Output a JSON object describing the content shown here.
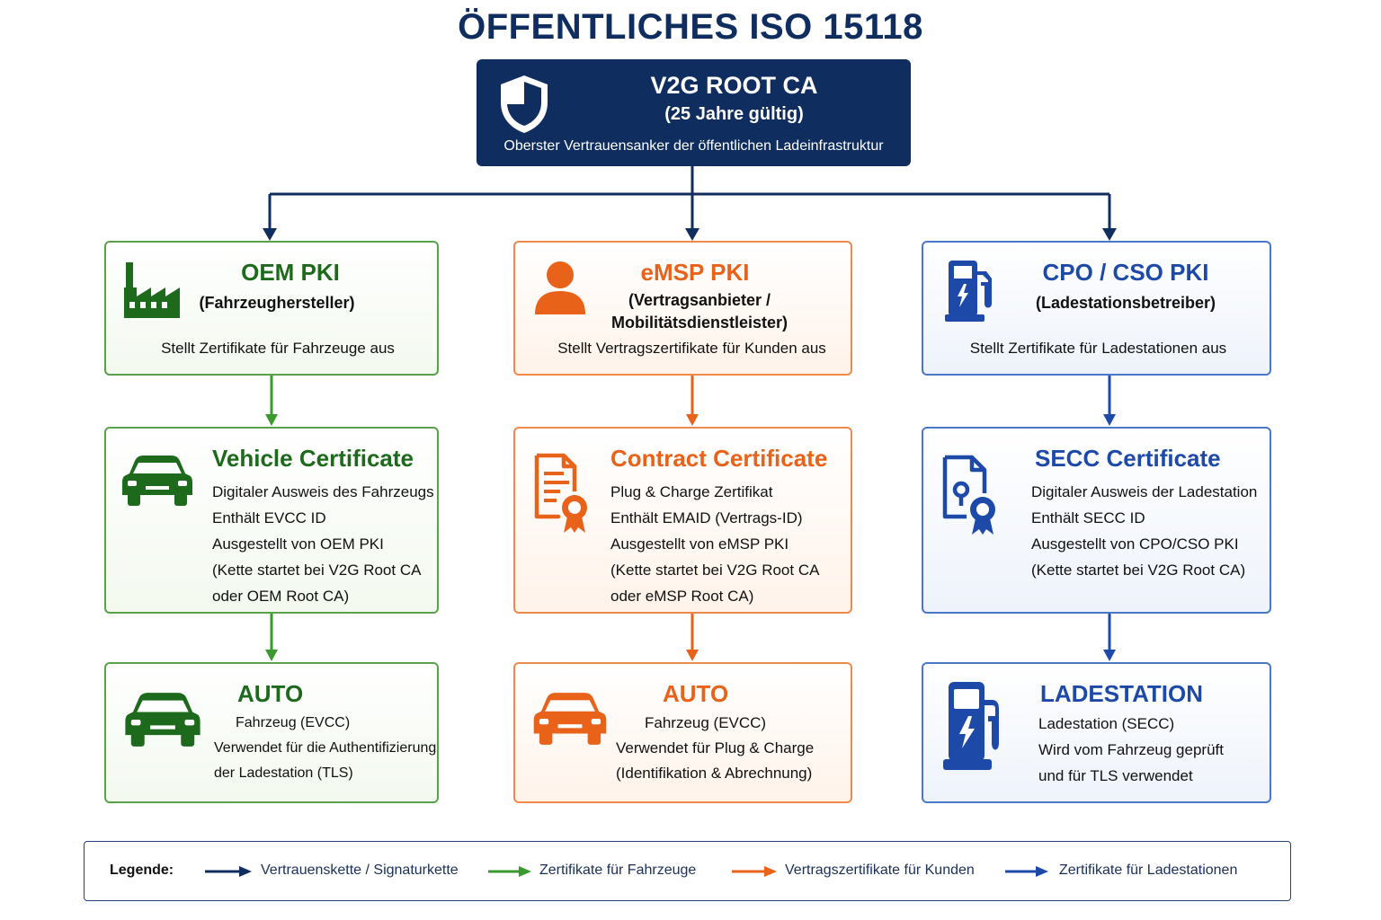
{
  "title": "ÖFFENTLICHES ISO 15118",
  "root": {
    "title": "V2G ROOT CA",
    "subtitle": "(25 Jahre gültig)",
    "description": "Oberster Vertrauensanker der öffentlichen Ladeinfrastruktur"
  },
  "columns": [
    {
      "pki": {
        "title": "OEM PKI",
        "subtitle": [
          "(Fahrzeughersteller)"
        ],
        "description": "Stellt Zertifikate für Fahrzeuge aus"
      },
      "certificate": {
        "title": "Vehicle Certificate",
        "lines": [
          "Digitaler Ausweis des Fahrzeugs",
          "Enthält EVCC ID",
          "Ausgestellt von OEM PKI",
          "(Kette startet bei V2G Root CA",
          "oder OEM Root CA)"
        ]
      },
      "endpoint": {
        "title": "AUTO",
        "lines": [
          "Fahrzeug (EVCC)",
          "Verwendet für die Authentifizierung",
          "der Ladestation (TLS)"
        ]
      }
    },
    {
      "pki": {
        "title": "eMSP PKI",
        "subtitle": [
          "(Vertragsanbieter /",
          "Mobilitätsdienstleister)"
        ],
        "description": "Stellt Vertragszertifikate für Kunden aus"
      },
      "certificate": {
        "title": "Contract Certificate",
        "lines": [
          "Plug & Charge Zertifikat",
          "Enthält EMAID (Vertrags-ID)",
          "Ausgestellt von eMSP PKI",
          "(Kette startet bei V2G Root CA",
          "oder eMSP Root CA)"
        ]
      },
      "endpoint": {
        "title": "AUTO",
        "lines": [
          "Fahrzeug (EVCC)",
          "Verwendet für Plug & Charge",
          "(Identifikation & Abrechnung)"
        ]
      }
    },
    {
      "pki": {
        "title": "CPO / CSO PKI",
        "subtitle": [
          "(Ladestationsbetreiber)"
        ],
        "description": "Stellt Zertifikate für Ladestationen aus"
      },
      "certificate": {
        "title": "SECC Certificate",
        "lines": [
          "Digitaler Ausweis der Ladestation",
          "Enthält SECC ID",
          "Ausgestellt von CPO/CSO PKI",
          "(Kette startet bei V2G Root CA)"
        ]
      },
      "endpoint": {
        "title": "LADESTATION",
        "lines": [
          "Ladestation (SECC)",
          "Wird vom Fahrzeug geprüft",
          "und für TLS verwendet"
        ]
      }
    }
  ],
  "legend": {
    "title": "Legende:",
    "items": [
      {
        "label": "Vertrauenskette / Signaturkette",
        "color": "#0f2d5e"
      },
      {
        "label": "Zertifikate für Fahrzeuge",
        "color": "#3a9a2e"
      },
      {
        "label": "Vertragszertifikate für Kunden",
        "color": "#e8621a"
      },
      {
        "label": "Zertifikate für Ladestationen",
        "color": "#1d4aa8"
      }
    ]
  },
  "icons": [
    "shield-icon",
    "factory-icon",
    "person-icon",
    "fuel-pump-icon",
    "car-icon",
    "certificate-icon",
    "ev-charger-icon"
  ],
  "colors": {
    "navy": "#0f2d5e",
    "green": "#1e6a1c",
    "orange": "#e8621a",
    "blue": "#1d4aa8"
  }
}
